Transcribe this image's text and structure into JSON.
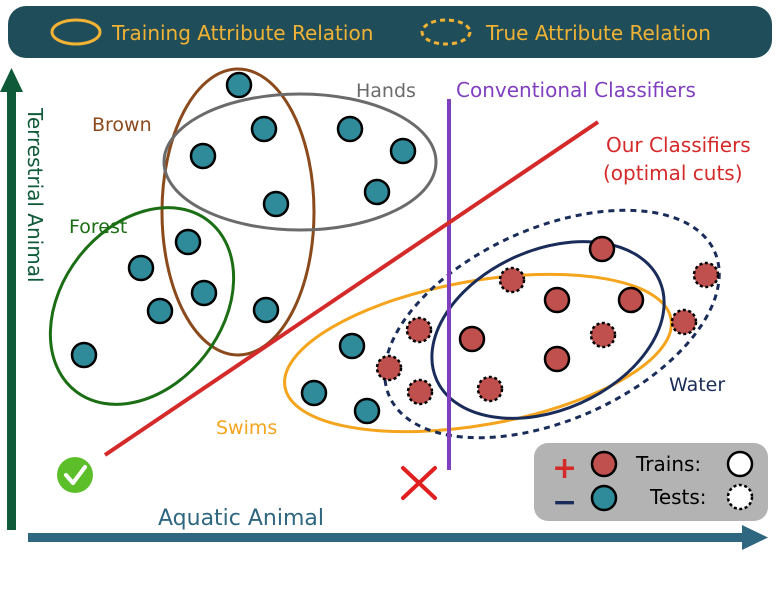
{
  "legend_top": {
    "training_label": "Training Attribute Relation",
    "true_label": "True Attribute Relation"
  },
  "axes": {
    "y_label": "Terrestrial Animal",
    "x_label": "Aquatic Animal"
  },
  "attribute_labels": {
    "brown": "Brown",
    "hands": "Hands",
    "forest": "Forest",
    "swims": "Swims",
    "water": "Water"
  },
  "classifier_labels": {
    "conventional": "Conventional Classifiers",
    "ours_line1": "Our Classifiers",
    "ours_line2": "(optimal cuts)"
  },
  "legend_box": {
    "plus": "+",
    "minus": "−",
    "trains": "Trains:",
    "tests": "Tests:"
  },
  "colors": {
    "header_bg": "#1f4d59",
    "header_text": "#f2b233",
    "orange": "#c27a1f",
    "negative_point": "#2f8a9a",
    "positive_point": "#c0504d",
    "brown": "#8b4a1c",
    "hands": "#6b6b6b",
    "forest": "#1b6e14",
    "swims": "#f5a41d",
    "water": "#1a2c5a",
    "conventional": "#7f3fbf",
    "ours": "#d42a2a",
    "axis": "#0f5a38",
    "x_axis": "#2f6680",
    "check": "#5cbf2a",
    "cross": "#e02020"
  },
  "icons": {
    "check": "check-circle-icon",
    "cross": "cross-icon"
  }
}
